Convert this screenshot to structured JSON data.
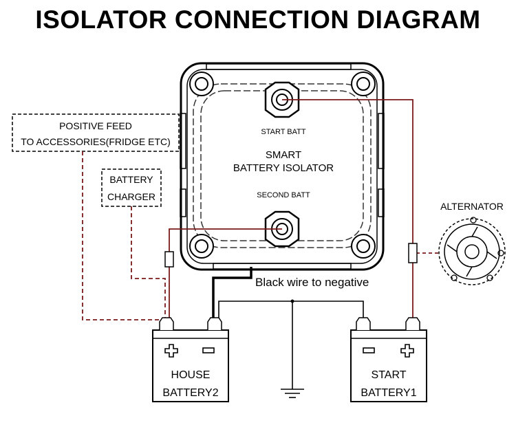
{
  "title": "ISOLATOR CONNECTION DIAGRAM",
  "isolator": {
    "start_label": "START BATT",
    "name_line1": "SMART",
    "name_line2": "BATTERY ISOLATOR",
    "second_label": "SECOND BATT"
  },
  "positive_feed": {
    "line1": "POSITIVE FEED",
    "line2": "TO ACCESSORIES(FRIDGE ETC)"
  },
  "charger": {
    "line1": "BATTERY",
    "line2": "CHARGER"
  },
  "alternator_label": "ALTERNATOR",
  "black_wire_label": "Black wire to negative",
  "house_battery": {
    "line1": "HOUSE",
    "line2": "BATTERY2"
  },
  "start_battery": {
    "line1": "START",
    "line2": "BATTERY1"
  },
  "colors": {
    "positive_wire": "#7a1a1a",
    "black_wire": "#000000",
    "dashed_wire": "#7a1a1a"
  }
}
